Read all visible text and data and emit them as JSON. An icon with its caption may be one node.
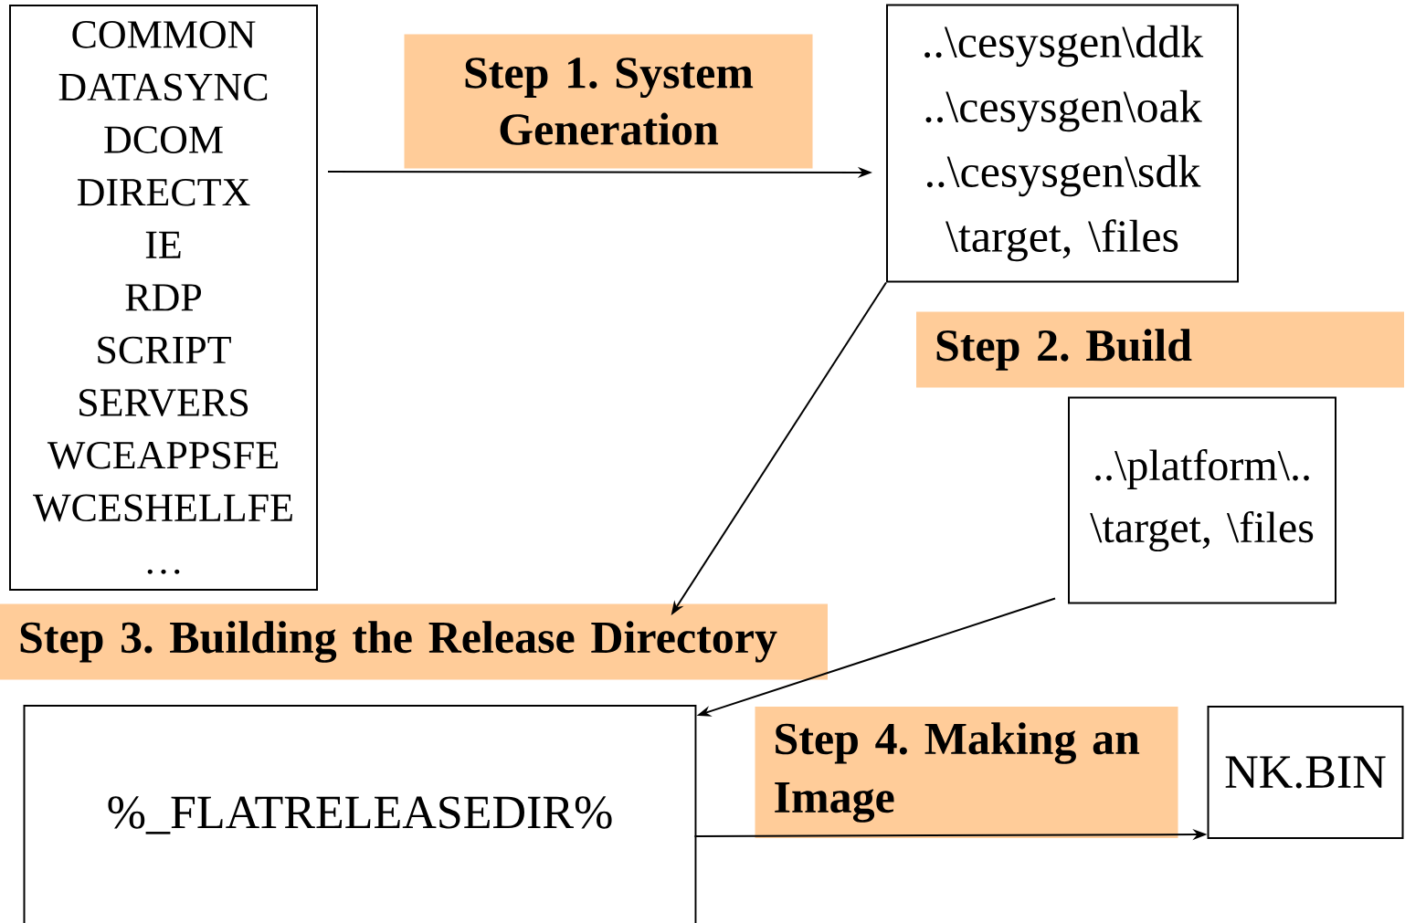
{
  "diagram": {
    "nodes": [
      {
        "text": [
          "COMMON",
          "DATASYNC",
          "DCOM",
          "DIRECTX",
          "IE",
          "RDP",
          "SCRIPT",
          "SERVERS",
          "WCEAPPSFE",
          "WCESHELLFE",
          "…"
        ]
      },
      {
        "text": [
          "Step 1. System Generation"
        ]
      },
      {
        "text": [
          "..\\cesysgen\\ddk",
          "..\\cesysgen\\oak",
          "..\\cesysgen\\sdk",
          "\\target, \\files"
        ]
      },
      {
        "text": [
          "Step 2. Build"
        ]
      },
      {
        "text": [
          "..\\platform\\..",
          "\\target, \\files"
        ]
      },
      {
        "text": [
          "Step 3. Building the Release Directory"
        ]
      },
      {
        "text": [
          "%_FLATRELEASEDIR%"
        ]
      },
      {
        "text": [
          "Step 4. Making an Image"
        ]
      },
      {
        "text": [
          "NK.BIN"
        ]
      }
    ],
    "edges": [
      {
        "from": 0,
        "to": 2,
        "arrow": "to"
      },
      {
        "from": 2,
        "to": 5,
        "arrow": "to"
      },
      {
        "from": 4,
        "to": 6,
        "arrow": "to"
      },
      {
        "from": 6,
        "to": 8,
        "arrow": "to"
      }
    ]
  }
}
